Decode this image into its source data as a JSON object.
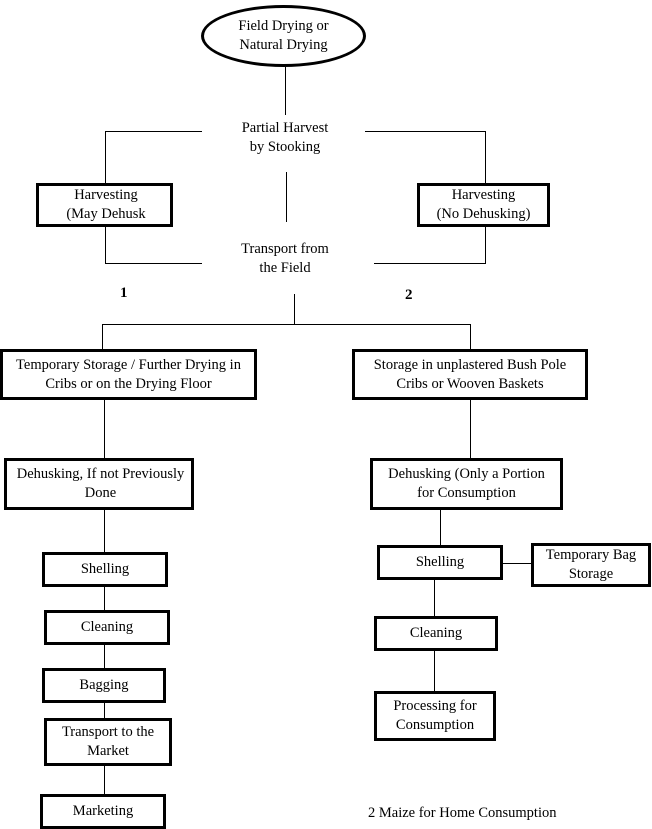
{
  "diagram": {
    "title_node": "Field Drying or\nNatural Drying",
    "caption": "2  Maize for Home Consumption",
    "branch_labels": {
      "one": "1",
      "two": "2"
    },
    "free_text": {
      "partial_harvest": "Partial Harvest\nby Stooking",
      "transport_from_field": "Transport from\nthe Field"
    },
    "nodes": {
      "harvesting_may_dehusk": "Harvesting\n(May Dehusk",
      "harvesting_no_dehusking": "Harvesting\n(No Dehusking)",
      "temporary_storage": "Temporary Storage / Further Drying in\nCribs or on the Drying Floor",
      "storage_bush_pole": "Storage in unplastered Bush Pole\nCribs or Wooven Baskets",
      "dehusking_if_not_done": "Dehusking, If not Previously\nDone",
      "dehusking_portion": "Dehusking (Only a Portion\nfor Consumption",
      "shelling_left": "Shelling",
      "cleaning_left": "Cleaning",
      "bagging": "Bagging",
      "transport_to_market": "Transport to the\nMarket",
      "marketing": "Marketing",
      "shelling_right": "Shelling",
      "temporary_bag_storage": "Temporary Bag\nStorage",
      "cleaning_right": "Cleaning",
      "processing_for_consumption": "Processing for\nConsumption"
    },
    "colors": {
      "line": "#000000",
      "fill": "#ffffff",
      "text": "#000000"
    }
  }
}
